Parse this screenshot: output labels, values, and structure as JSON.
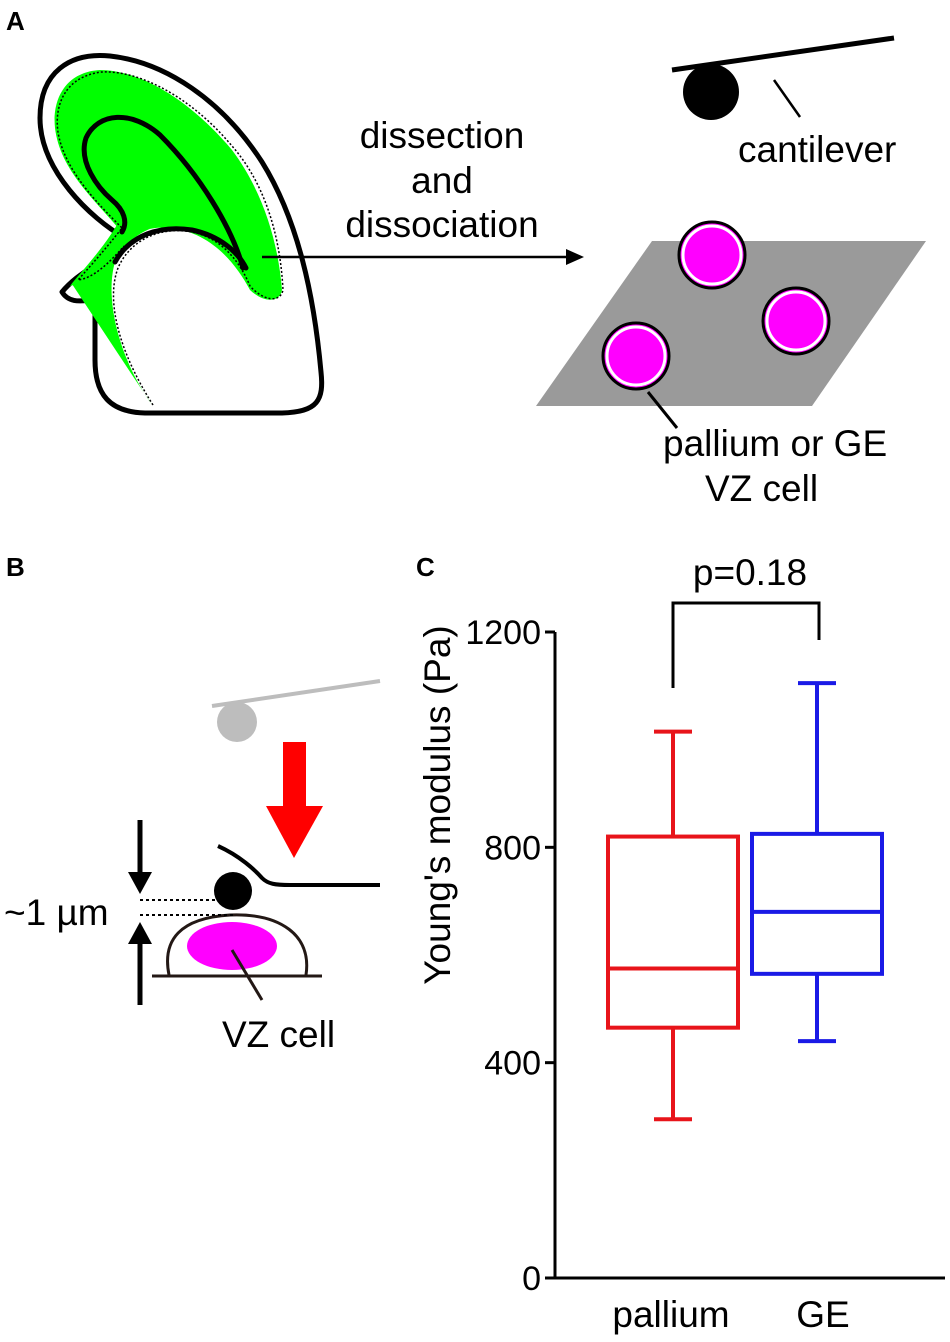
{
  "panels": {
    "a": {
      "label": "A",
      "arrow_text": [
        "dissection",
        "and",
        "dissociation"
      ],
      "cantilever_label": "cantilever",
      "cell_label": [
        "pallium or GE",
        "VZ cell"
      ]
    },
    "b": {
      "label": "B",
      "distance_label": "~1 µm",
      "cell_label": "VZ cell"
    },
    "c": {
      "label": "C",
      "p_value": "p=0.18"
    }
  },
  "colors": {
    "tissue_green": "#00ff00",
    "cell_magenta": "#ff00ff",
    "dish_gray": "#9a9a9a",
    "arrow_red": "#ff0000",
    "pallium_red": "#e8141a",
    "ge_blue": "#1a1ae6",
    "probe_gray": "#bdbdbd"
  },
  "chart_data": {
    "type": "box",
    "ylabel": "Young's modulus (Pa)",
    "ylim": [
      0,
      1200
    ],
    "yticks": [
      0,
      400,
      800,
      1200
    ],
    "categories": [
      "pallium",
      "GE"
    ],
    "series": [
      {
        "name": "pallium",
        "color": "#e8141a",
        "min": 295,
        "q1": 465,
        "median": 575,
        "q3": 820,
        "max": 1015
      },
      {
        "name": "GE",
        "color": "#1a1ae6",
        "min": 440,
        "q1": 565,
        "median": 680,
        "q3": 825,
        "max": 1105
      }
    ],
    "significance": {
      "text": "p=0.18",
      "between": [
        "pallium",
        "GE"
      ]
    }
  }
}
